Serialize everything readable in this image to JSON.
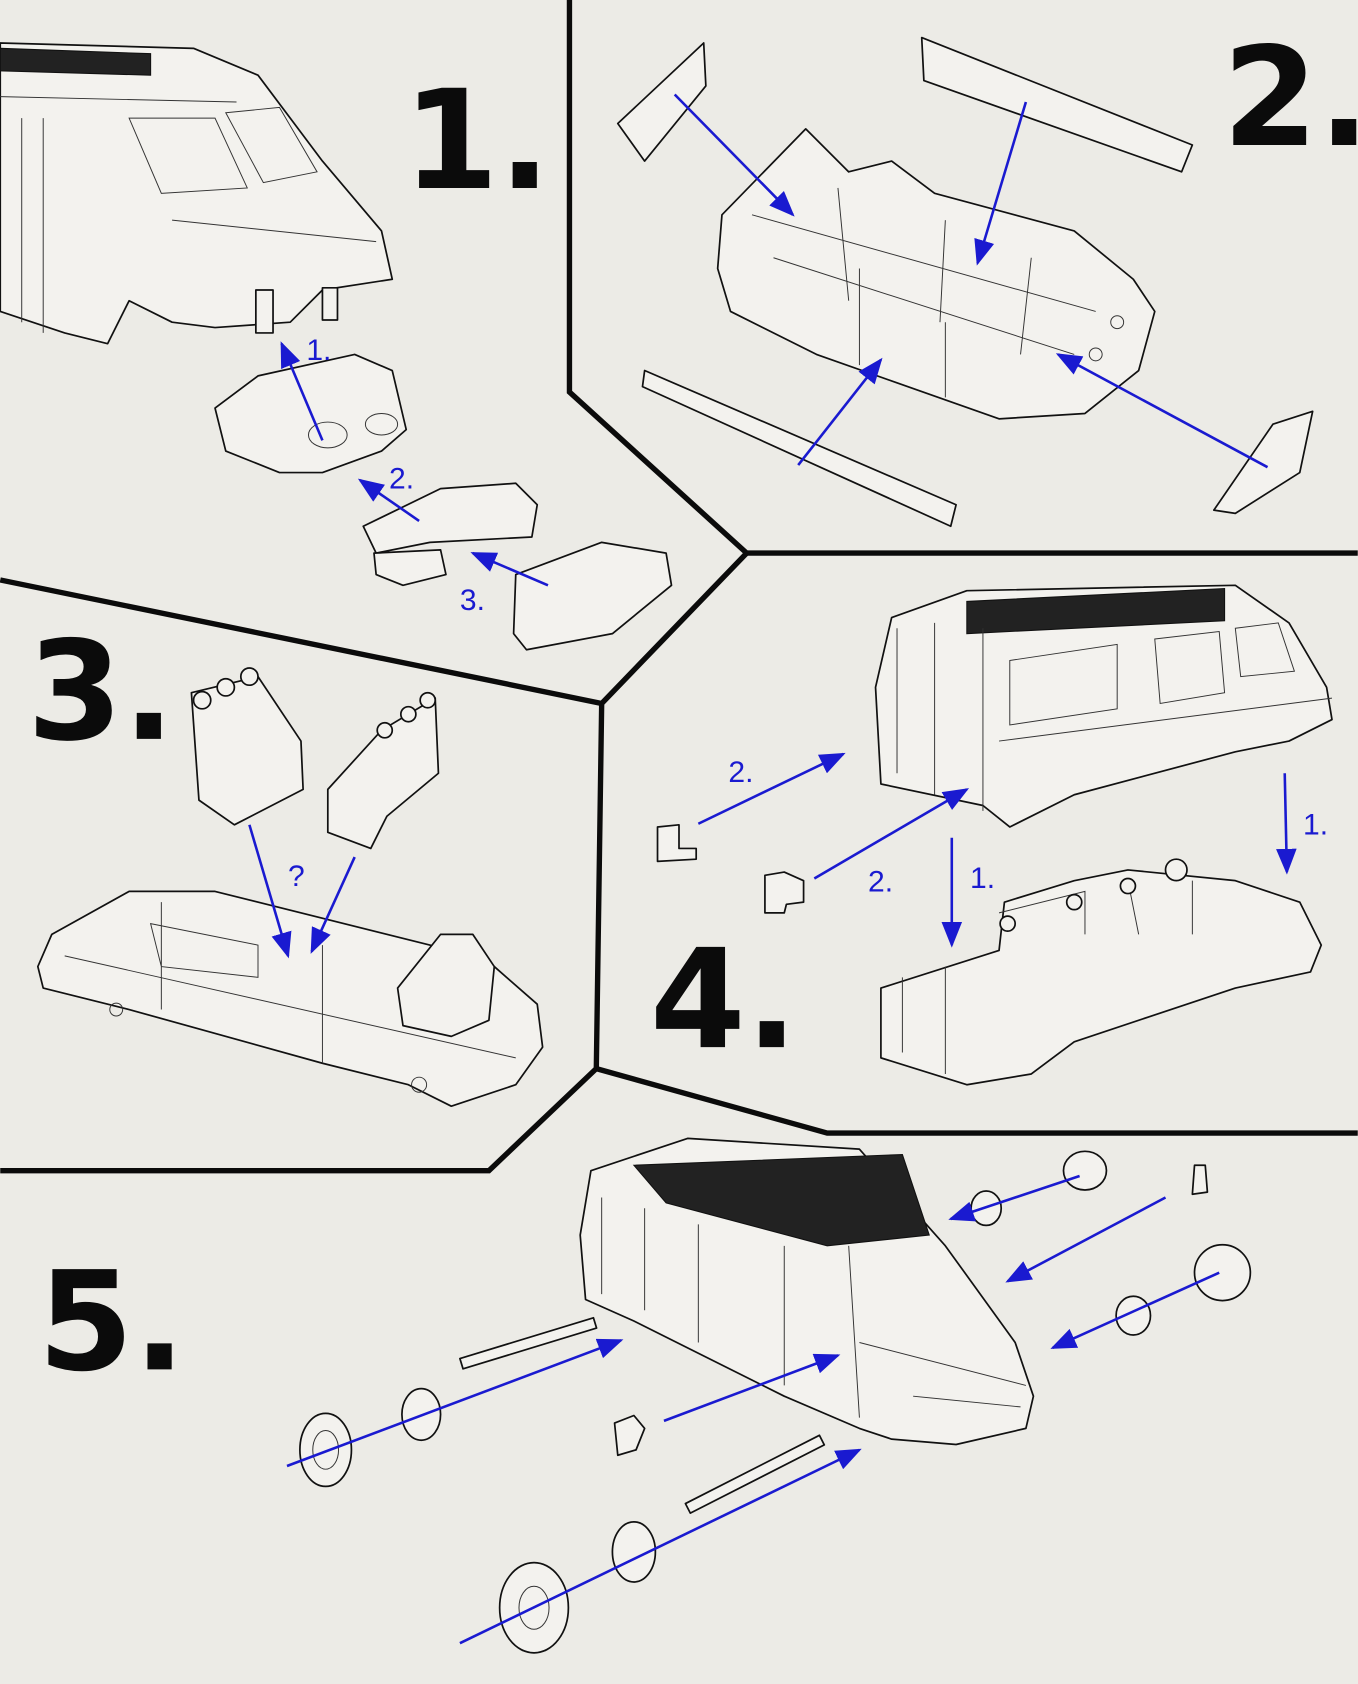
{
  "title": "Van model assembly instructions",
  "colors": {
    "background": "#ecebe6",
    "arrows": "#1a1ad0",
    "lines": "#0b0b0b"
  },
  "steps": [
    {
      "number": "1.",
      "sub_labels": [
        "1.",
        "2.",
        "3."
      ]
    },
    {
      "number": "2.",
      "sub_labels": []
    },
    {
      "number": "3.",
      "sub_labels": [
        "?"
      ]
    },
    {
      "number": "4.",
      "sub_labels": [
        "2.",
        "2.",
        "1.",
        "1."
      ]
    },
    {
      "number": "5.",
      "sub_labels": []
    }
  ]
}
